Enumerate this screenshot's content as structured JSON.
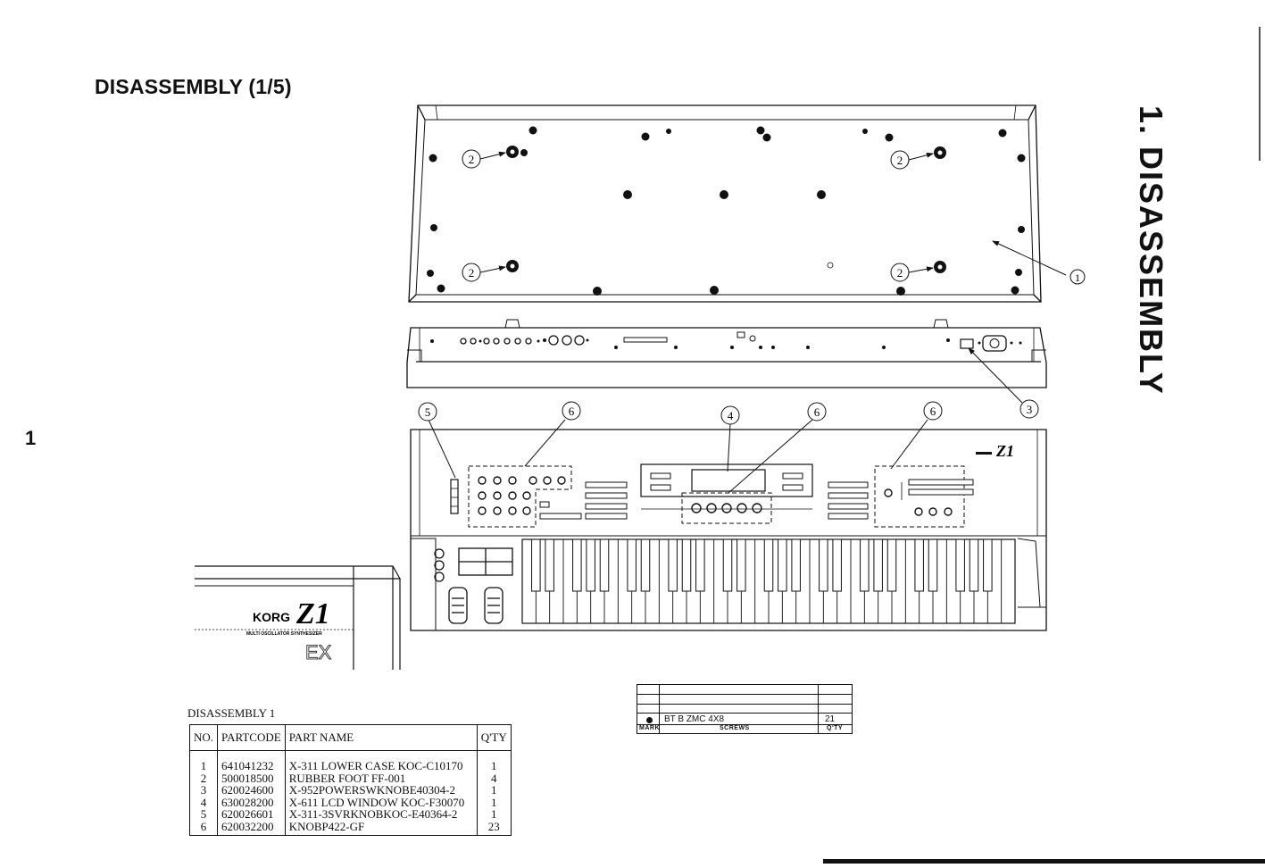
{
  "page_title": "DISASSEMBLY (1/5)",
  "side_title": "1. DISASSEMBLY",
  "page_number": "1",
  "callouts": {
    "c1": "1",
    "c2": "2",
    "c3": "3",
    "c4": "4",
    "c5": "5",
    "c6": "6"
  },
  "logo": {
    "brand": "KORG",
    "model": "Z1",
    "subtitle": "MULTI OSCILLATOR SYNTHESIZER",
    "variant": "EX"
  },
  "parts": {
    "caption": "DISASSEMBLY 1",
    "headers": {
      "no": "NO.",
      "code": "PARTCODE",
      "name": "PART NAME",
      "qty": "Q'TY"
    },
    "rows": [
      {
        "no": "1",
        "code": "641041232",
        "name": "X-311 LOWER CASE KOC-C10170",
        "qty": "1"
      },
      {
        "no": "2",
        "code": "500018500",
        "name": "RUBBER FOOT FF-001",
        "qty": "4"
      },
      {
        "no": "3",
        "code": "620024600",
        "name": "X-952POWERSWKNOBE40304-2",
        "qty": "1"
      },
      {
        "no": "4",
        "code": "630028200",
        "name": "X-611 LCD WINDOW KOC-F30070",
        "qty": "1"
      },
      {
        "no": "5",
        "code": "620026601",
        "name": "X-311-3SVRKNOBKOC-E40364-2",
        "qty": "1"
      },
      {
        "no": "6",
        "code": "620032200",
        "name": "KNOBP422-GF",
        "qty": "23"
      }
    ]
  },
  "screw_table": {
    "spec": "BT B ZMC 4X8",
    "qty": "21",
    "mark_label": "MARK",
    "screws_label": "SCREWS",
    "qty_label": "Q'TY"
  }
}
